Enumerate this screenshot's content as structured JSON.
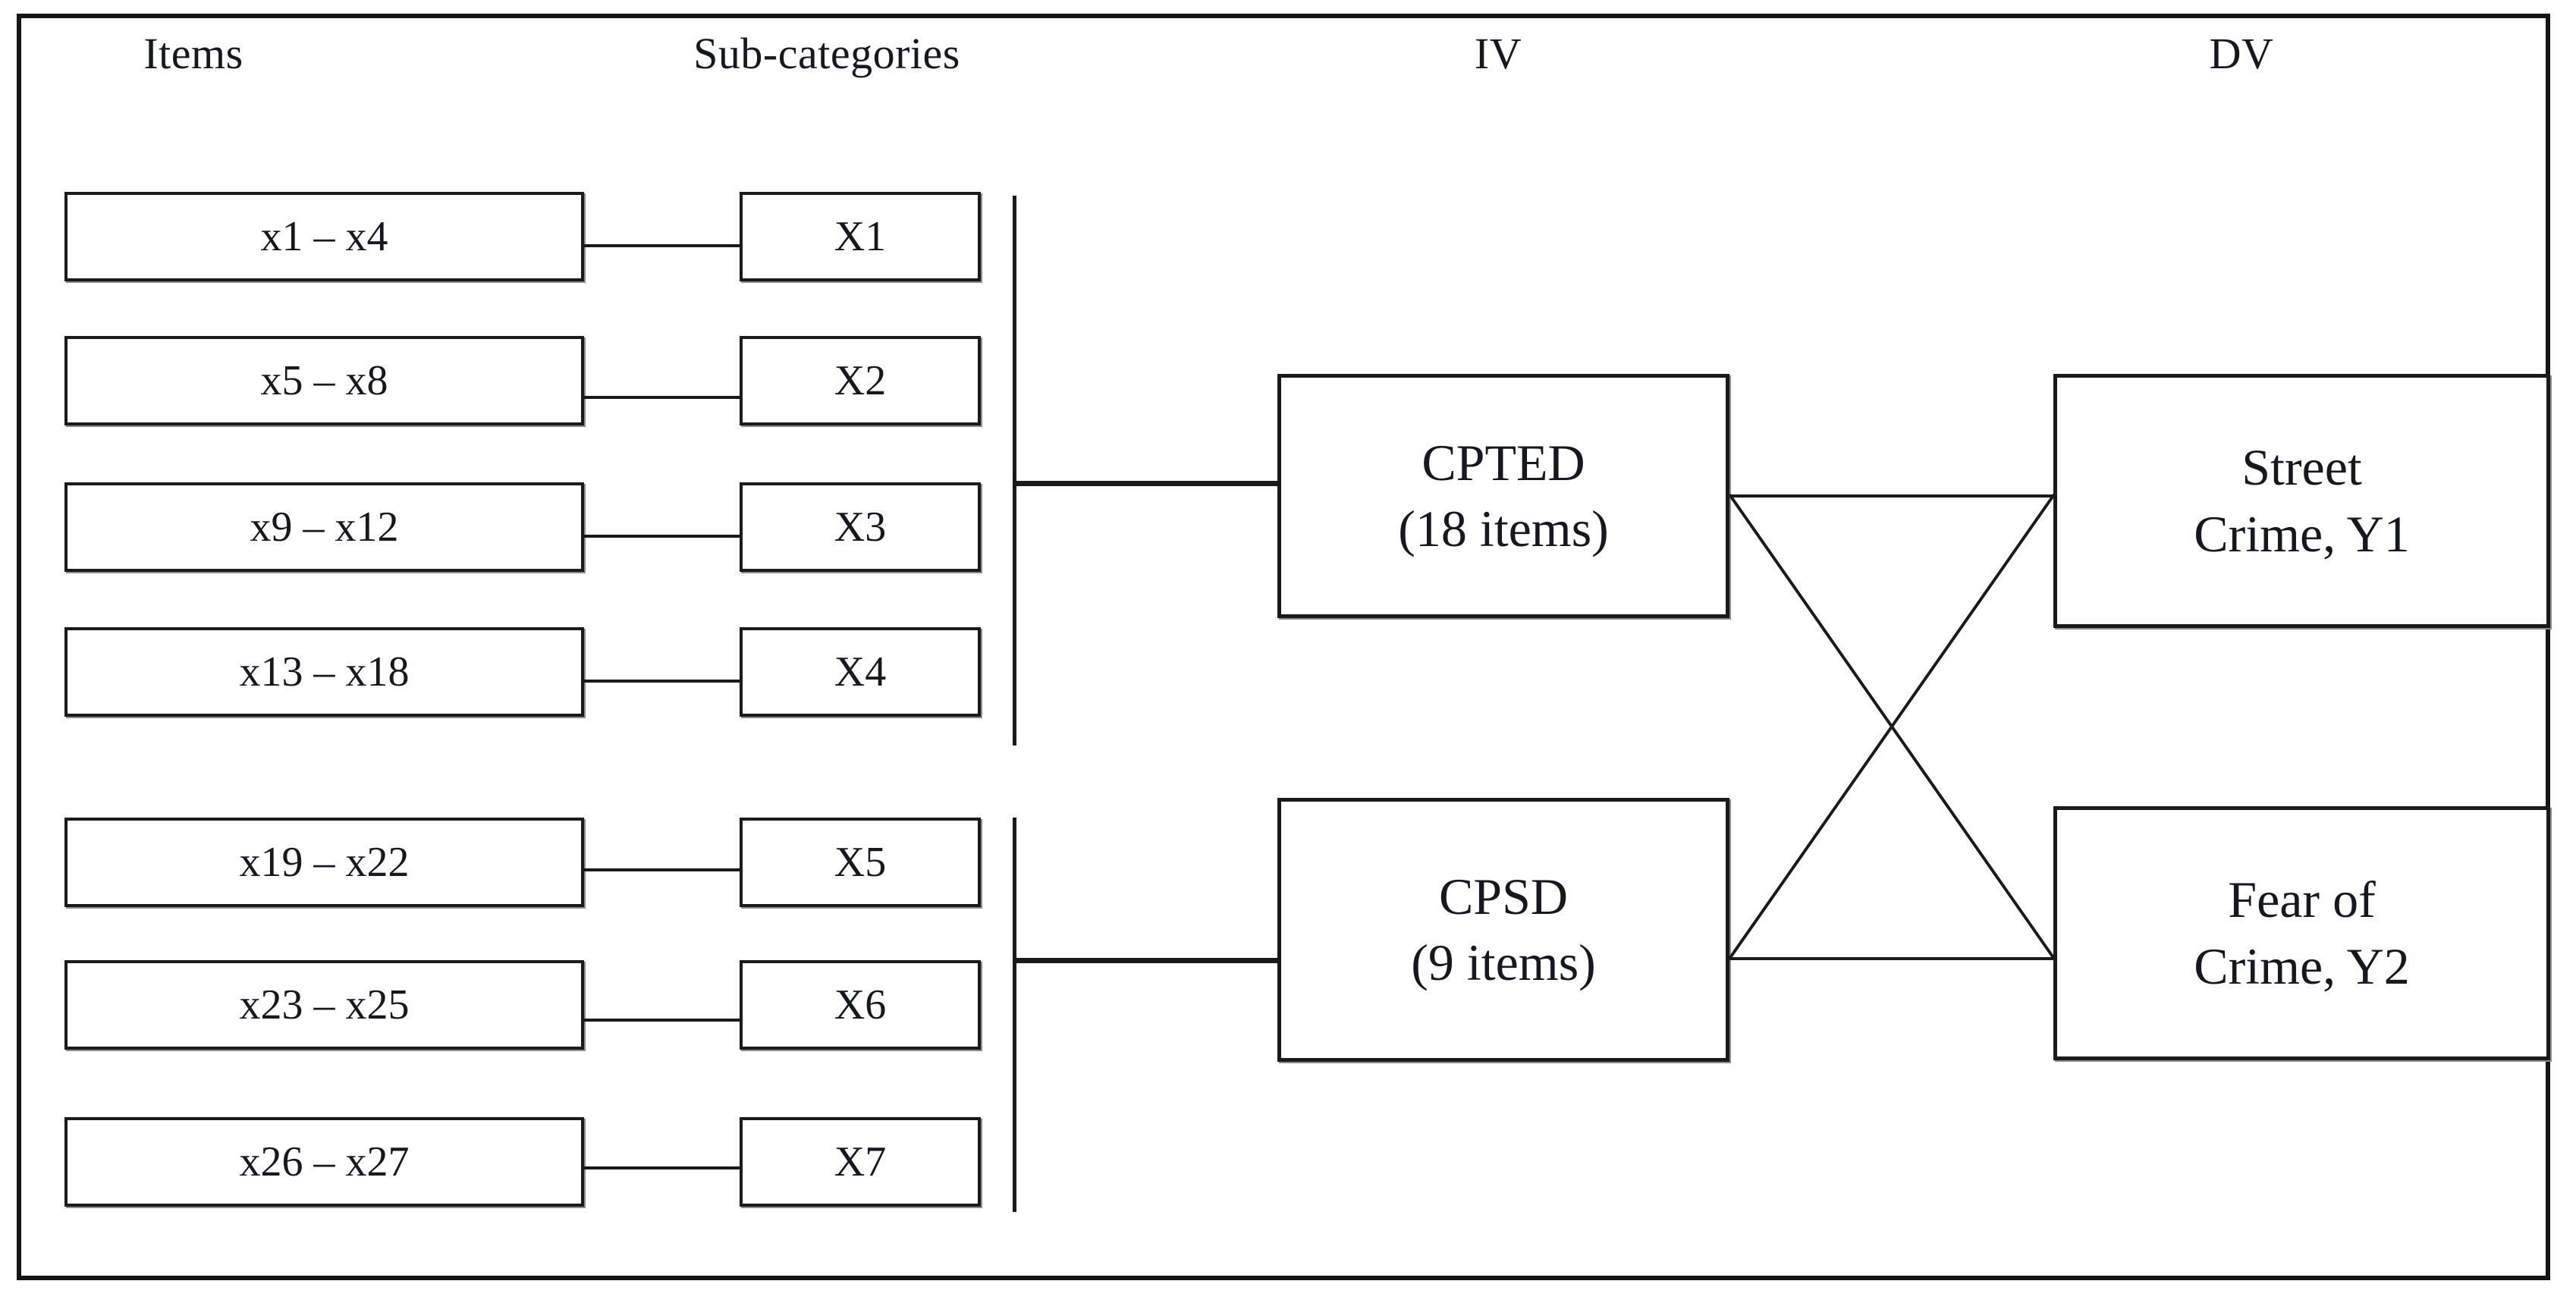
{
  "figure": {
    "headers": [
      {
        "label": "Items"
      },
      {
        "label": "Sub-categories"
      },
      {
        "label": "IV"
      },
      {
        "label": "DV"
      }
    ],
    "item_boxes": [
      {
        "label": "x1 – x4"
      },
      {
        "label": "x5 – x8"
      },
      {
        "label": "x9 – x12"
      },
      {
        "label": "x13 – x18"
      },
      {
        "label": "x19 – x22"
      },
      {
        "label": "x23 – x25"
      },
      {
        "label": "x26 – x27"
      }
    ],
    "sub_boxes": [
      {
        "label": "X1"
      },
      {
        "label": "X2"
      },
      {
        "label": "X3"
      },
      {
        "label": "X4"
      },
      {
        "label": "X5"
      },
      {
        "label": "X6"
      },
      {
        "label": "X7"
      }
    ],
    "constructs": [
      {
        "name": "CPTED",
        "items": "(18 items)"
      },
      {
        "name": "CPSD",
        "items": "(9 items)"
      }
    ],
    "outcomes": [
      {
        "line1": "Street",
        "line2": "Crime, Y1"
      },
      {
        "line1": "Fear of",
        "line2": "Crime, Y2"
      }
    ],
    "colors": {
      "line": "#1a1a1a",
      "frame": "#141414",
      "text": "#15181f",
      "background": "#ffffff",
      "box_shadow": "#8c8c8c"
    }
  },
  "chart_data": {
    "type": "diagram",
    "title": "",
    "columns": [
      "Items",
      "Sub-categories",
      "IV",
      "DV"
    ],
    "nodes": [
      {
        "id": "i1",
        "column": "Items",
        "label": "x1 – x4"
      },
      {
        "id": "i2",
        "column": "Items",
        "label": "x5 – x8"
      },
      {
        "id": "i3",
        "column": "Items",
        "label": "x9 – x12"
      },
      {
        "id": "i4",
        "column": "Items",
        "label": "x13 – x18"
      },
      {
        "id": "i5",
        "column": "Items",
        "label": "x19 – x22"
      },
      {
        "id": "i6",
        "column": "Items",
        "label": "x23 – x25"
      },
      {
        "id": "i7",
        "column": "Items",
        "label": "x26 – x27"
      },
      {
        "id": "X1",
        "column": "Sub-categories",
        "label": "X1"
      },
      {
        "id": "X2",
        "column": "Sub-categories",
        "label": "X2"
      },
      {
        "id": "X3",
        "column": "Sub-categories",
        "label": "X3"
      },
      {
        "id": "X4",
        "column": "Sub-categories",
        "label": "X4"
      },
      {
        "id": "X5",
        "column": "Sub-categories",
        "label": "X5"
      },
      {
        "id": "X6",
        "column": "Sub-categories",
        "label": "X6"
      },
      {
        "id": "X7",
        "column": "Sub-categories",
        "label": "X7"
      },
      {
        "id": "CPTED",
        "column": "IV",
        "label": "CPTED (18 items)"
      },
      {
        "id": "CPSD",
        "column": "IV",
        "label": "CPSD (9 items)"
      },
      {
        "id": "Y1",
        "column": "DV",
        "label": "Street Crime, Y1"
      },
      {
        "id": "Y2",
        "column": "DV",
        "label": "Fear of Crime, Y2"
      }
    ],
    "edges": [
      {
        "from": "i1",
        "to": "X1"
      },
      {
        "from": "i2",
        "to": "X2"
      },
      {
        "from": "i3",
        "to": "X3"
      },
      {
        "from": "i4",
        "to": "X4"
      },
      {
        "from": "i5",
        "to": "X5"
      },
      {
        "from": "i6",
        "to": "X6"
      },
      {
        "from": "i7",
        "to": "X7"
      },
      {
        "from": "X1,X2,X3,X4",
        "to": "CPTED"
      },
      {
        "from": "X5,X6,X7",
        "to": "CPSD"
      },
      {
        "from": "CPTED",
        "to": "Y1"
      },
      {
        "from": "CPTED",
        "to": "Y2"
      },
      {
        "from": "CPSD",
        "to": "Y1"
      },
      {
        "from": "CPSD",
        "to": "Y2"
      }
    ]
  }
}
